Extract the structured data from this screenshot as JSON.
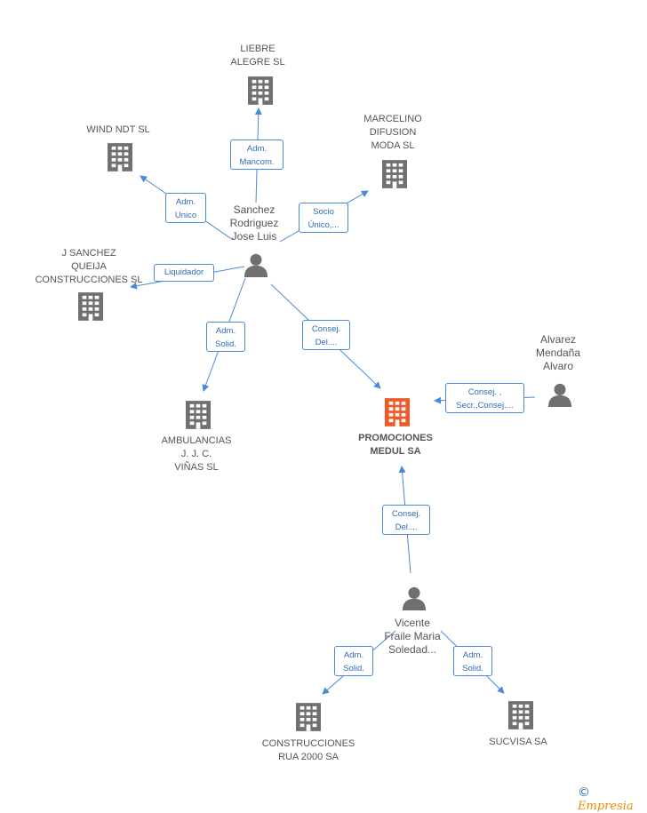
{
  "colors": {
    "edge": "#4a8ad6",
    "building": "#707070",
    "focus_building": "#f05a28",
    "person": "#707070"
  },
  "nodes": {
    "liebre": "LIEBRE\nALEGRE SL",
    "wind": "WIND NDT SL",
    "marcelino": "MARCELINO\nDIFUSION\nMODA SL",
    "sanchez": "Sanchez\nRodriguez\nJose Luis",
    "jsanchez": "J SANCHEZ\nQUEIJA\nCONSTRUCCIONES SL",
    "ambulancias": "AMBULANCIAS\nJ.  J. C.\nVIÑAS SL",
    "promociones": "PROMOCIONES\nMEDUL SA",
    "alvarez": "Alvarez\nMendaña\nAlvaro",
    "vicente": "Vicente\nFraile Maria\nSoledad...",
    "construcciones": "CONSTRUCCIONES\nRUA 2000 SA",
    "sucvisa": "SUCVISA SA"
  },
  "edges": {
    "adm_mancom": "Adm.\nMancom.",
    "adm_unico": "Adm.\nUnico",
    "socio_unico": "Socio\nÚnico,...",
    "liquidador": "Liquidador",
    "adm_solid_1": "Adm.\nSolid.",
    "consej_del_1": "Consej.\nDel....",
    "consej_secr": "Consej. ,\nSecr.,Consej....",
    "consej_del_2": "Consej.\nDel....",
    "adm_solid_2": "Adm.\nSolid.",
    "adm_solid_3": "Adm.\nSolid."
  },
  "brand": {
    "symbol": "©",
    "name": "Empresia"
  }
}
